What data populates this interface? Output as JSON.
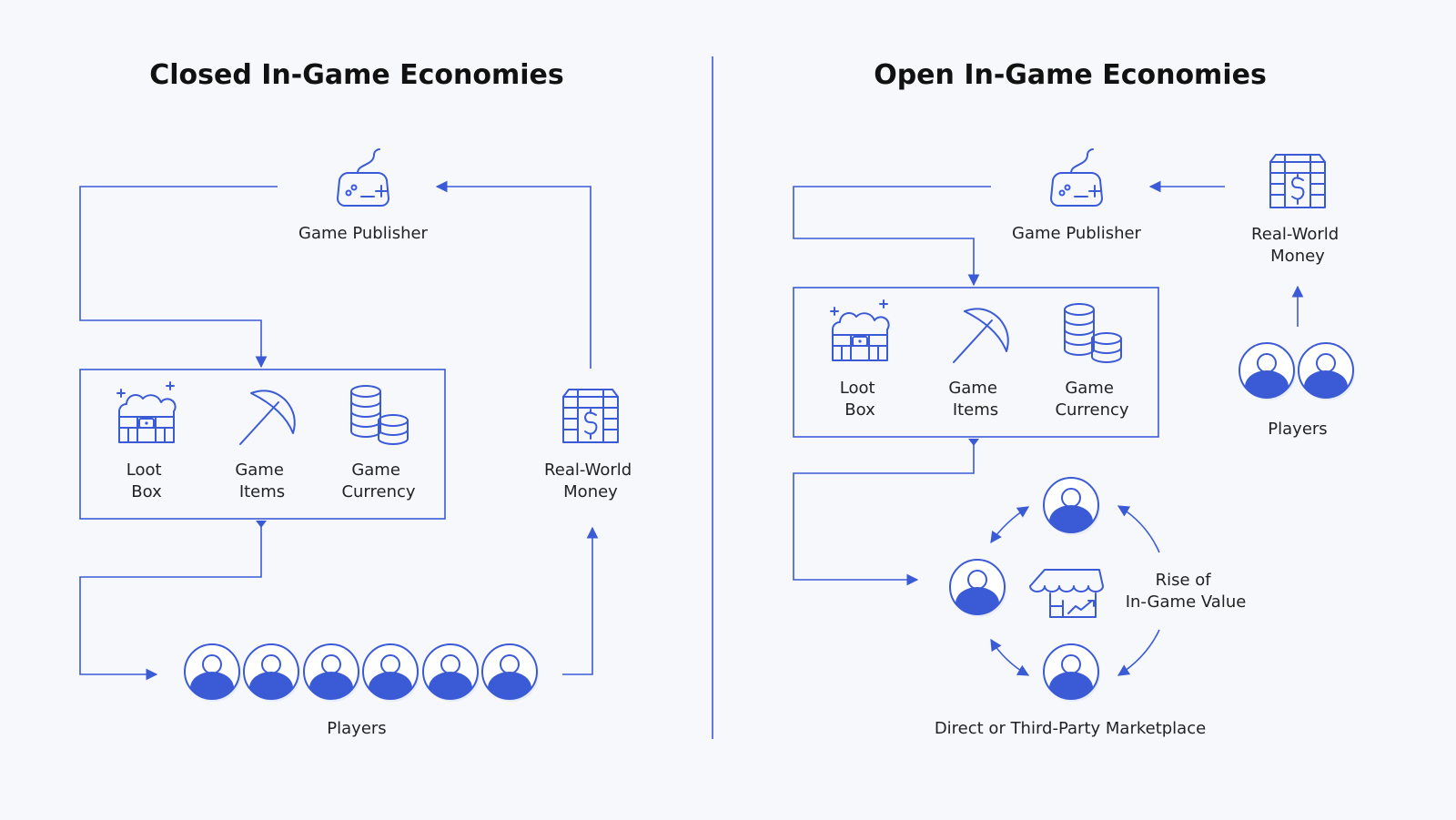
{
  "closed": {
    "title": "Closed In-Game Economies",
    "publisher_label": "Game Publisher",
    "money_label": [
      "Real-World",
      "Money"
    ],
    "items": [
      {
        "label": [
          "Loot",
          "Box"
        ],
        "icon": "loot-box-icon"
      },
      {
        "label": [
          "Game",
          "Items"
        ],
        "icon": "pickaxe-icon"
      },
      {
        "label": [
          "Game",
          "Currency"
        ],
        "icon": "coins-icon"
      }
    ],
    "players_label": "Players",
    "player_count": 6
  },
  "open": {
    "title": "Open In-Game Economies",
    "publisher_label": "Game Publisher",
    "money_label": [
      "Real-World",
      "Money"
    ],
    "items": [
      {
        "label": [
          "Loot",
          "Box"
        ],
        "icon": "loot-box-icon"
      },
      {
        "label": [
          "Game",
          "Items"
        ],
        "icon": "pickaxe-icon"
      },
      {
        "label": [
          "Game",
          "Currency"
        ],
        "icon": "coins-icon"
      }
    ],
    "players_label": "Players",
    "player_count": 2,
    "rise_label": [
      "Rise of",
      "In-Game Value"
    ],
    "marketplace_label": "Direct or Third-Party Marketplace"
  },
  "colors": {
    "accent": "#3b5bd6",
    "background": "#f7f8fc",
    "text": "#111111"
  }
}
